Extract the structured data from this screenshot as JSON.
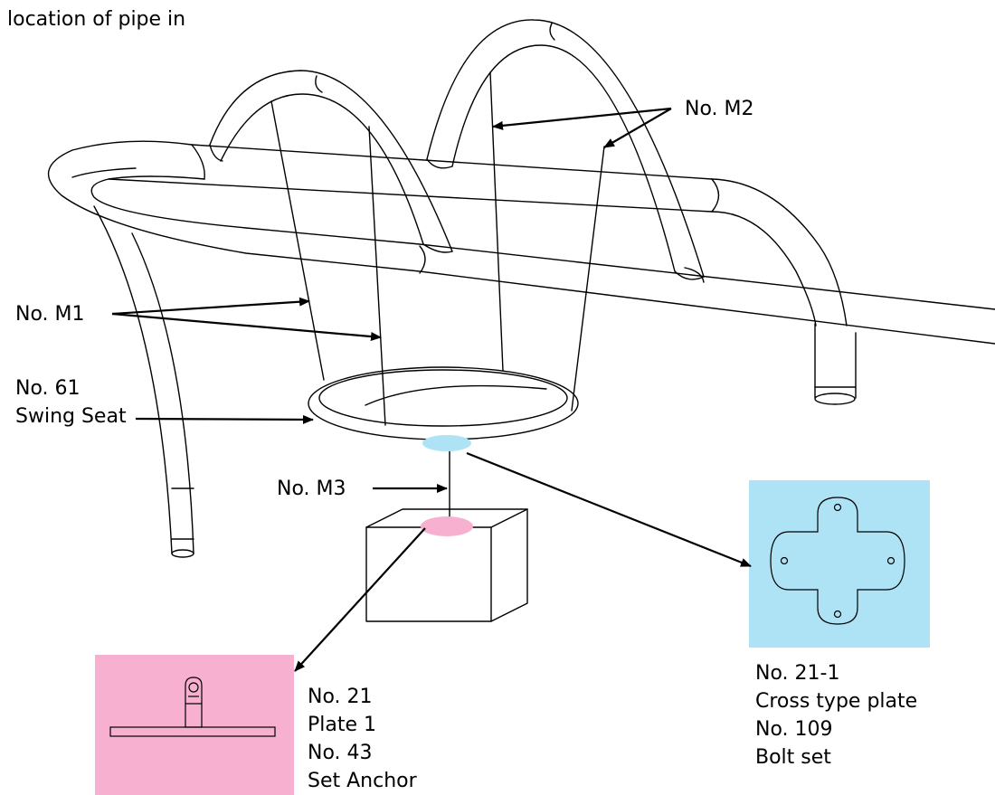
{
  "page_title": "location of pipe in",
  "labels": {
    "m2": "No. M2",
    "m1": "No. M1",
    "swing_seat": [
      "No. 61",
      "Swing Seat"
    ],
    "m3": "No. M3",
    "plate_anchor": [
      "No. 21",
      "Plate 1",
      "No. 43",
      "Set Anchor"
    ],
    "cross_plate_bolt": [
      "No. 21-1",
      "Cross type plate",
      "No. 109",
      "Bolt set"
    ]
  },
  "colors": {
    "line": "#000000",
    "cross_plate_highlight": "#aee3f6",
    "plate_anchor_highlight": "#f7b0cf"
  },
  "icons": {
    "cross_plate": "cross-type-plate-icon",
    "plate_anchor": "plate-anchor-icon"
  }
}
